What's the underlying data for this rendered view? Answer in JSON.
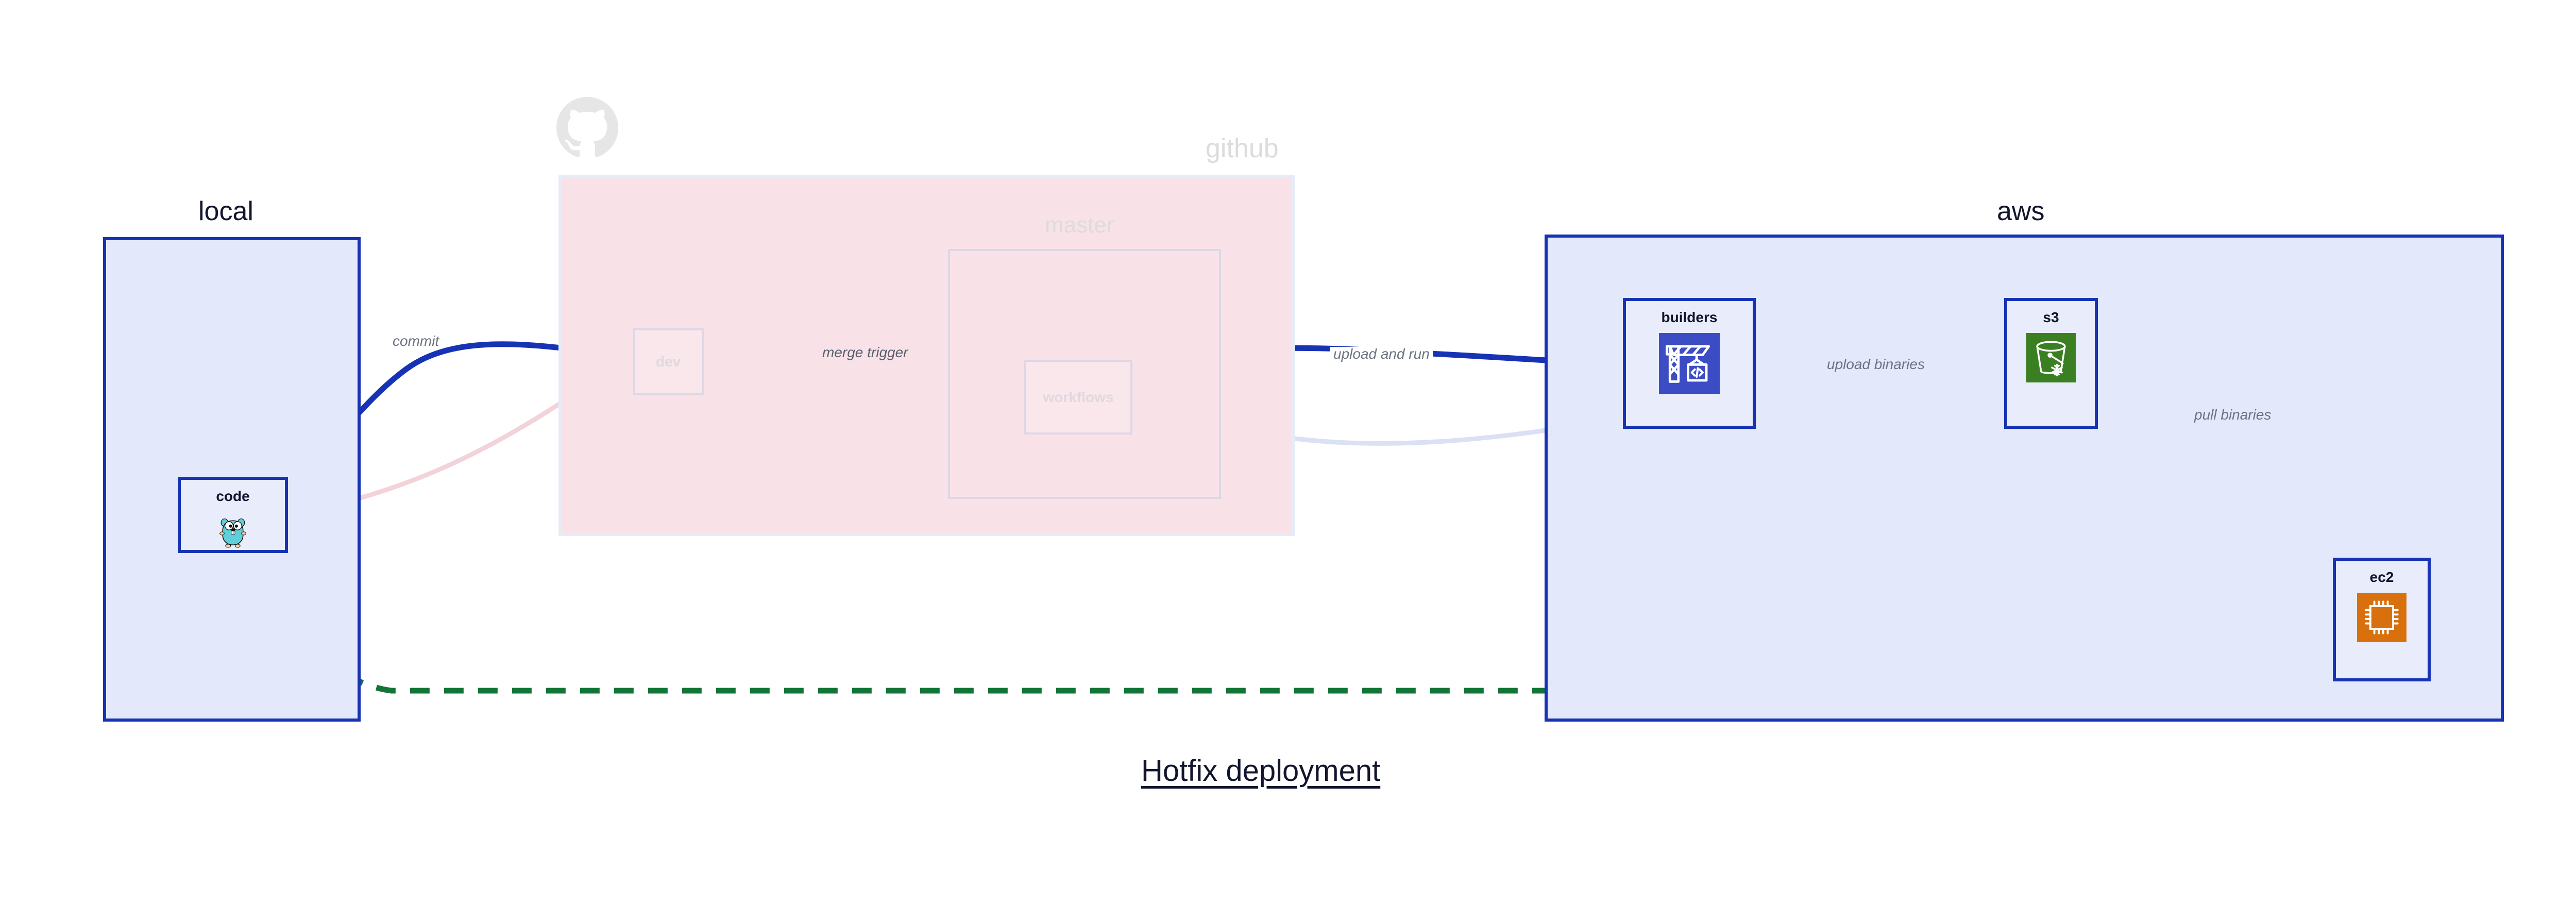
{
  "diagram": {
    "caption": "Hotfix deployment",
    "groups": [
      {
        "key": "local",
        "title": "local",
        "dimmed": false
      },
      {
        "key": "github",
        "title": "github",
        "dimmed": true
      },
      {
        "key": "aws",
        "title": "aws",
        "dimmed": false
      }
    ],
    "subgroups": [
      {
        "key": "master",
        "title": "master",
        "parent": "github",
        "dimmed": true
      }
    ],
    "nodes": [
      {
        "key": "code",
        "label": "code",
        "group": "local",
        "icon": "go-gopher-icon",
        "dimmed": false
      },
      {
        "key": "dev",
        "label": "dev",
        "group": "github",
        "icon": null,
        "dimmed": true
      },
      {
        "key": "workflows",
        "label": "workflows",
        "group": "master",
        "icon": null,
        "dimmed": true
      },
      {
        "key": "builders",
        "label": "builders",
        "group": "aws",
        "icon": "crane-code-icon",
        "dimmed": false
      },
      {
        "key": "s3",
        "label": "s3",
        "group": "aws",
        "icon": "s3-glacier-bucket-icon",
        "dimmed": false
      },
      {
        "key": "ec2",
        "label": "ec2",
        "group": "aws",
        "icon": "cpu-chip-icon",
        "dimmed": false
      }
    ],
    "edges": [
      {
        "from": "code",
        "to": "dev",
        "label": "commit",
        "style": "solid",
        "color": "#1733b5",
        "dimmed": false
      },
      {
        "from": "dev",
        "to": "workflows",
        "label": "merge trigger",
        "style": "solid",
        "color": "#1733b5",
        "dimmed": false
      },
      {
        "from": "workflows",
        "to": "builders",
        "label": "upload and run",
        "style": "solid",
        "color": "#1733b5",
        "dimmed": false
      },
      {
        "from": "builders",
        "to": "s3",
        "label": "upload binaries",
        "style": "solid",
        "color": "#1733b5",
        "dimmed": false
      },
      {
        "from": "s3",
        "to": "ec2",
        "label": "pull binaries",
        "style": "solid",
        "color": "#1733b5",
        "dimmed": false
      },
      {
        "from": "code",
        "to": "ec2",
        "label": "",
        "style": "dashed",
        "color": "#127437",
        "dimmed": false
      },
      {
        "from": "code",
        "to": "dev",
        "label": "",
        "style": "solid",
        "color": "#f6dde3",
        "dimmed": true
      },
      {
        "from": "dev",
        "to": "workflows",
        "label": "",
        "style": "solid",
        "color": "#e4e1ef",
        "dimmed": true
      },
      {
        "from": "workflows",
        "to": "builders",
        "label": "",
        "style": "solid",
        "color": "#e4e6f5",
        "dimmed": true
      }
    ],
    "colors": {
      "accent_blue": "#1733b5",
      "group_blue_fill": "#e3e8fa",
      "github_pink_fill": "#f9e2e7",
      "dashed_green": "#127437",
      "aws_orange": "#d9700e",
      "s3_green": "#3a7f22",
      "builders_indigo": "#3c4cc4",
      "gopher_cyan": "#5fd0db",
      "label_grey": "#6b7280",
      "faded_grey": "#dfd9df"
    }
  }
}
